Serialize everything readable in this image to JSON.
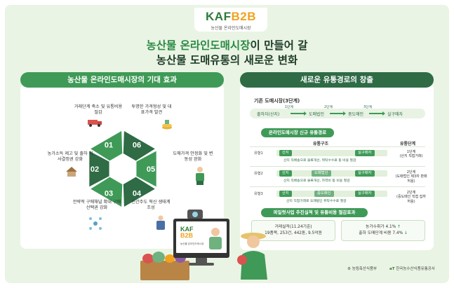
{
  "logo": {
    "brand_a": "KAF",
    "brand_b": "B2B",
    "subtitle": "농산물 온라인도매시장"
  },
  "headline": {
    "line1_highlight": "농산물 온라인도매시장",
    "line1_rest": "이 만들어 갈",
    "line2": "농산물 도매유통의 새로운 변화"
  },
  "left": {
    "header": "농산물 온라인도매시장의 기대 효과",
    "segments": [
      {
        "num": "01",
        "label": "거래단계 축소 및 유통비용 절감"
      },
      {
        "num": "02",
        "label": "농가소득 제고 및 출하 의사결정권 강화"
      },
      {
        "num": "03",
        "label": "전략적 구매채널 확대 구매 선택권 강화"
      },
      {
        "num": "04",
        "label": "민간주도 혁신 생태계 조성"
      },
      {
        "num": "05",
        "label": "도매가격 안정화 및 변동성 완화"
      },
      {
        "num": "06",
        "label": "투명한 가격형성 및 대표가격 발견"
      }
    ]
  },
  "right": {
    "header": "새로운 유통경로의 창출",
    "existing": {
      "title": "기존 도매시장(3단계)",
      "steps": [
        "출하자(산지)",
        "도매법인",
        "중도매인",
        "실구매자"
      ],
      "stage_tags": [
        "1단계",
        "2단계",
        "3단계"
      ]
    },
    "new_routes": {
      "title": "온라인도매시장 신규 유통경로",
      "col_structure": "유통구조",
      "col_stage": "유통단계",
      "types": [
        {
          "label": "유형1",
          "chips": [
            "산지",
            "실구매자"
          ],
          "note": "산지 직배송으로 물류개선, 위탁수수료 등 비용 절감",
          "stage": "1단계",
          "stage_note": "(산지 직접거래)"
        },
        {
          "label": "유형2",
          "chips": [
            "산지",
            "도매법인",
            "실구매자"
          ],
          "note": "산지 직배송으로 물류개선, 하역비 등 비용 절감",
          "stage": "2단계",
          "stage_note": "(도매법인 제3자 판매 허용)"
        },
        {
          "label": "유형3",
          "chips": [
            "산지",
            "중도매인",
            "실구매자"
          ],
          "note": "산지 직접거래로 도매법인 위탁수수료 절감",
          "stage": "2단계",
          "stage_note": "(중도매인 직접 집하 허용)"
        }
      ]
    },
    "pilot": {
      "title": "파일럿사업 추진실적 및 유통비용 절감효과",
      "card1_line1": "거래실적(11.24기준)",
      "card1_line2": "19품목, 253건, 442톤, 9.5억원",
      "card2_line1": "농가수취가 4.1%",
      "card2_line2": "출하 도매단계 비용 7.4%"
    }
  },
  "bottom": {
    "org1": "농림축산식품부",
    "org2": "한국농수산식품유통공사",
    "org2_mark": "aT"
  },
  "colors": {
    "background": "#eaf4e4",
    "green_dark": "#2f6b45",
    "green": "#3f9a57",
    "segment_a": "#3f9a57",
    "segment_b": "#2f6b45",
    "accent": "#f1a21c"
  }
}
